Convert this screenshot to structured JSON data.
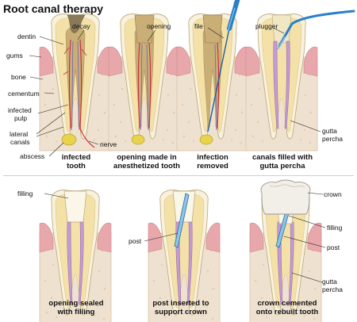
{
  "title": "Root canal therapy",
  "colors": {
    "bone": "#efe1cf",
    "gum": "#e7a7ab",
    "enamel": "#f8f2dc",
    "dentin": "#f4e1a8",
    "pulp": "#c9ae76",
    "nerve_red": "#cc2b3c",
    "nerve_blue": "#7a6ab8",
    "gutta": "#c49bd3",
    "filling": "#fbf7e8",
    "instrument": "#2a7fc8",
    "crown": "#f2efe9",
    "abscess": "#e9d34a"
  },
  "icons": [
    "file-icon",
    "plugger-icon"
  ],
  "panels": {
    "p1": {
      "caption_1": "infected",
      "caption_2": "tooth",
      "labels": {
        "decay": "decay",
        "dentin": "dentin",
        "gums": "gums",
        "bone": "bone",
        "cementum": "cementum",
        "infected_1": "infected",
        "pulp": "pulp",
        "lateral_1": "lateral",
        "canals": "canals",
        "abscess": "abscess",
        "nerve": "nerve"
      }
    },
    "p2": {
      "caption_1": "opening made in",
      "caption_2": "anesthetized tooth",
      "label": "opening"
    },
    "p3": {
      "caption_1": "infection",
      "caption_2": "removed",
      "label": "file"
    },
    "p4": {
      "caption_1": "canals filled with",
      "caption_2": "gutta percha",
      "label": "plugger",
      "gutta_1": "gutta",
      "gutta_2": "percha"
    },
    "p5": {
      "caption_1": "opening sealed",
      "caption_2": "with filling",
      "label": "filling"
    },
    "p6": {
      "caption_1": "post inserted to",
      "caption_2": "support crown",
      "label": "post"
    },
    "p7": {
      "caption_1": "crown cemented",
      "caption_2": "onto rebuilt tooth",
      "crown": "crown",
      "filling": "filling",
      "post": "post",
      "gutta_1": "gutta",
      "gutta_2": "percha"
    }
  }
}
